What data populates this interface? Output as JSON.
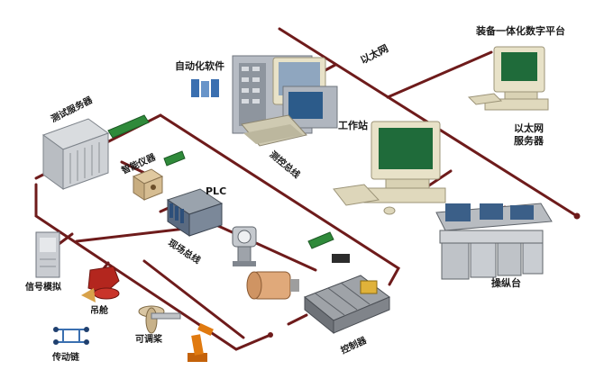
{
  "labels": {
    "platform": "装备一体化数字平台",
    "ethernet": "以太网",
    "ethernet_server": "以太网",
    "server_word": "服务器",
    "workstation": "工作站",
    "automation_software": "自动化软件",
    "test_server": "测试服务器",
    "smart_instrument": "智能仪器",
    "plc": "PLC",
    "control_bus": "测控总线",
    "fieldbus": "现场总线",
    "signal_sim": "信号模拟",
    "pod": "吊舱",
    "adjustable_pitch": "可调桨",
    "drive_chain": "传动链",
    "console": "操纵台",
    "controller": "控制器"
  },
  "colors": {
    "cable": "#6e1b1b",
    "cable_light": "#8b2e2e",
    "monitor_body": "#e8e2c8",
    "screen": "#1f6b3a",
    "cabinet": "#c9ccd1",
    "pod": "#b3261e",
    "robot": "#e07a10",
    "board": "#2f8a3a"
  },
  "icons": [
    "computer-icon",
    "server-rack-icon",
    "control-panel-icon",
    "plc-icon",
    "instrument-icon",
    "circuit-board-icon",
    "keyboard-icon",
    "transmitter-icon",
    "motor-icon",
    "pod-icon",
    "propeller-icon",
    "chain-icon",
    "robot-arm-icon",
    "software-box-icon"
  ]
}
